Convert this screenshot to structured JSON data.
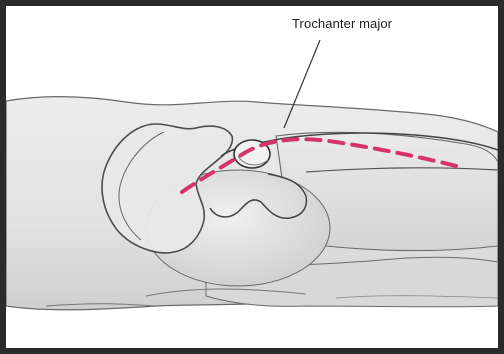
{
  "figure": {
    "annotations": [
      {
        "label": "Trochanter major"
      }
    ],
    "colors": {
      "frame": "#2b2b2b",
      "body_fill": "#e6e6e6",
      "body_shadow": "#cfcfcf",
      "outline": "#555555",
      "incision_line": "#d6336c",
      "leader_line": "#333333"
    },
    "icons": [
      "hip-lateral-view-illustration",
      "incision-dashed-line",
      "leader-line"
    ]
  }
}
